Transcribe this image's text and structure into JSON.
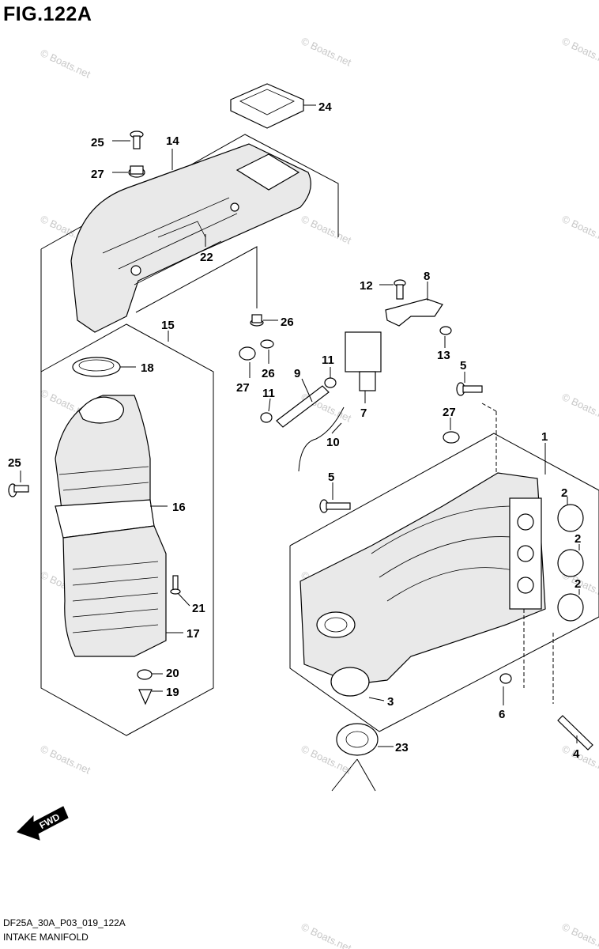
{
  "figure": {
    "title": "FIG.122A",
    "code": "DF25A_30A_P03_019_122A",
    "name": "INTAKE MANIFOLD"
  },
  "direction_label": "FWD",
  "watermark_text": "© Boats.net",
  "callouts": [
    "1",
    "2",
    "2",
    "2",
    "3",
    "4",
    "5",
    "5",
    "6",
    "7",
    "8",
    "9",
    "10",
    "11",
    "11",
    "12",
    "13",
    "14",
    "15",
    "16",
    "17",
    "18",
    "19",
    "20",
    "21",
    "22",
    "23",
    "24",
    "25",
    "25",
    "26",
    "26",
    "27",
    "27",
    "27"
  ]
}
